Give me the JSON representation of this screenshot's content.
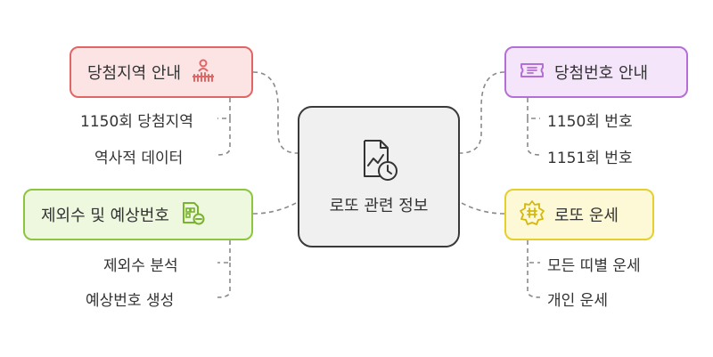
{
  "center": {
    "label": "로또 관련 정보",
    "icon": "chart-document-clock-icon"
  },
  "branches": {
    "top_left": {
      "label": "당첨지역 안내",
      "icon": "people-location-icon",
      "color": "#e06666",
      "fill": "#fde4e4",
      "children": [
        "1150회 당첨지역",
        "역사적 데이터"
      ]
    },
    "top_right": {
      "label": "당첨번호 안내",
      "icon": "ticket-icon",
      "color": "#b46fd6",
      "fill": "#f5e5fb",
      "children": [
        "1150회 번호",
        "1151회 번호"
      ]
    },
    "bottom_left": {
      "label": "제외수 및 예상번호",
      "icon": "sim-card-minus-icon",
      "color": "#8cc63f",
      "fill": "#eef8df",
      "children": [
        "제외수 분석",
        "예상번호 생성"
      ]
    },
    "bottom_right": {
      "label": "로또 운세",
      "icon": "sun-badge-icon",
      "color": "#e6cf2c",
      "fill": "#fdf8d6",
      "children": [
        "모든 띠별 운세",
        "개인 운세"
      ]
    }
  }
}
